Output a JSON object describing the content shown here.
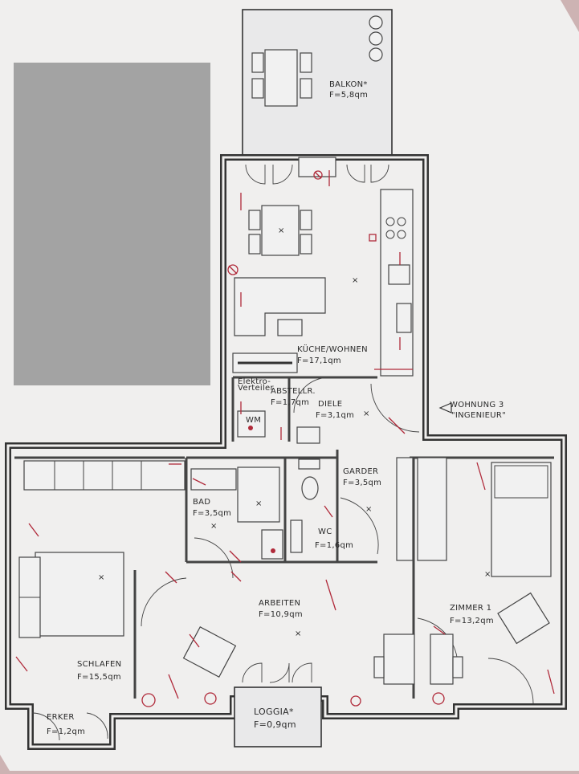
{
  "rooms": {
    "balkon": {
      "name": "BALKON*",
      "area": "F=5,8qm"
    },
    "kueche": {
      "name": "KÜCHE/WOHNEN",
      "area": "F=17,1qm"
    },
    "abstell": {
      "name": "ABSTELLR.",
      "area": "F=1,7qm"
    },
    "diele": {
      "name": "DIELE",
      "area": "F=3,1qm"
    },
    "garder": {
      "name": "GARDER",
      "area": "F=3,5qm"
    },
    "bad": {
      "name": "BAD",
      "area": "F=3,5qm"
    },
    "wc": {
      "name": "WC",
      "area": "F=1,6qm"
    },
    "arbeiten": {
      "name": "ARBEITEN",
      "area": "F=10,9qm"
    },
    "schlafen": {
      "name": "SCHLAFEN",
      "area": "F=15,5qm"
    },
    "zimmer1": {
      "name": "ZIMMER 1",
      "area": "F=13,2qm"
    },
    "erker": {
      "name": "ERKER",
      "area": "F=1,2qm"
    },
    "loggia": {
      "name": "LOGGIA*",
      "area": "F=0,9qm"
    }
  },
  "entrance": {
    "line1": "WOHNUNG 3",
    "line2": "\"INGENIEUR\""
  },
  "small_labels": {
    "wm": "WM",
    "elektro1": "Elektro-",
    "elektro2": "Verteiler"
  },
  "colors": {
    "marker": "#b02a3a",
    "paper": "#f0efee",
    "redacted": "#a3a3a3",
    "background": "#cdb3b3"
  }
}
